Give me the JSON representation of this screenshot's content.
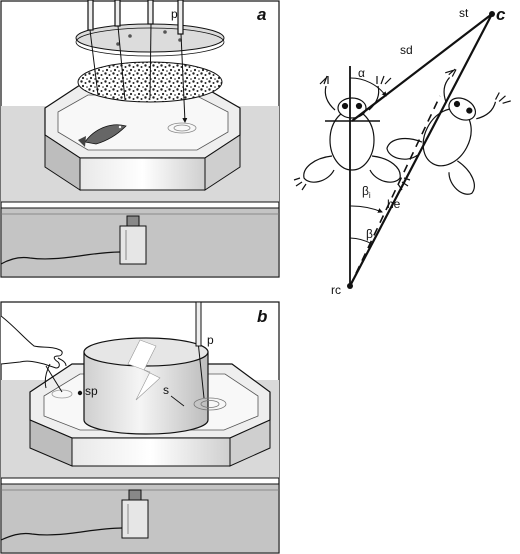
{
  "panels": {
    "a": {
      "letter": "a",
      "probe_label": "p"
    },
    "b": {
      "letter": "b",
      "probe_label": "p",
      "stimulus_point_label": "sp",
      "source_label": "s"
    },
    "c": {
      "letter": "c",
      "stimulus_label": "st",
      "receiver_label": "rc",
      "distance_label": "sd",
      "heading_label": "he",
      "alpha_label": "α",
      "beta_label": "β",
      "beta_i_main": "β",
      "beta_i_sub": "i"
    }
  },
  "colors": {
    "ink": "#111111",
    "floor_gray": "#d9d9d9",
    "wall_gray": "#bfbfbf",
    "pool_light": "#f4f4f4",
    "white": "#ffffff"
  },
  "icons": {
    "hand": "hand-icon",
    "frog": "frog-icon",
    "fish": "fish-icon",
    "amplifier": "amplifier-box-icon"
  }
}
